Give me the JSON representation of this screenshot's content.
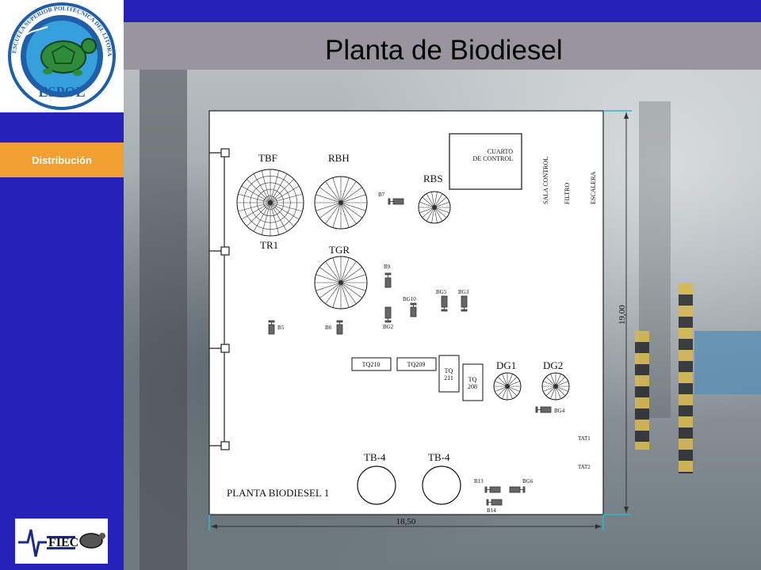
{
  "header": {
    "title": "Planta de Biodiesel"
  },
  "sidebar": {
    "nav_items": [
      {
        "label": "Distribución",
        "active": true
      }
    ],
    "logo_espol": {
      "ring_text_top": "ESCUELA SUPERIOR POLITECNICA DEL LITORAL",
      "center_text": "ESPOL",
      "icon": "turtle-icon"
    },
    "logo_fiec": {
      "text": "FIEC",
      "icon": "turtle-icon"
    }
  },
  "colors": {
    "sidebar": "#2621b8",
    "accent": "#f0a030",
    "title_bar": "#98959f",
    "dimension_line": "#2ab8c8"
  },
  "plan": {
    "plant_label": "PLANTA BIODIESEL 1",
    "dim_width": "18,50",
    "dim_height": "19,00",
    "control_room": "CUARTO\nDE CONTROL",
    "vertical_labels": {
      "sala_control": "SALA CONTROL",
      "filtro": "FILTRO",
      "escalera": "ESCALERA"
    },
    "tanks": {
      "tbf": "TBF",
      "rbh": "RBH",
      "rbs": "RBS",
      "tr1": "TR1",
      "tgr": "TGR",
      "dg1": "DG1",
      "dg2": "DG2",
      "tb4a": "TB-4",
      "tb4b": "TB-4"
    },
    "rect_tanks": {
      "tq210": "TQ210",
      "tq209": "TQ209",
      "tq211_a": "TQ",
      "tq211_b": "211",
      "tq208_a": "TQ",
      "tq208_b": "208"
    },
    "pumps": {
      "b7": "B7",
      "b9": "B9",
      "bg10": "BG10",
      "bg5": "BG5",
      "bg3": "BG3",
      "b5": "B5",
      "b6": "B6",
      "bg2": "BG2",
      "bg4": "BG4",
      "b13": "B13",
      "bg6": "BG6",
      "b14": "B14",
      "tat1": "TAT1",
      "tat2": "TAT2"
    }
  }
}
